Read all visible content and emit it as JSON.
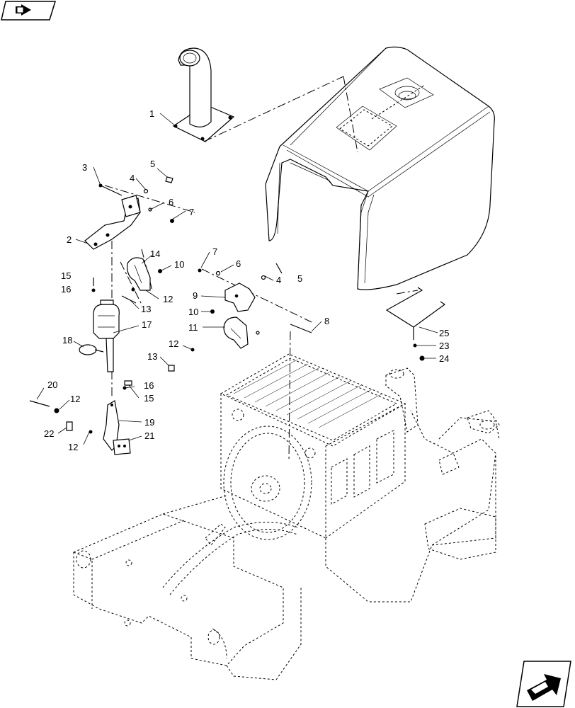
{
  "icons": {
    "top_left": "view-toggle-icon",
    "bottom_right": "next-page-arrow-icon"
  },
  "callouts": {
    "c1": "1",
    "c2": "2",
    "c3": "3",
    "c4a": "4",
    "c4b": "4",
    "c5a": "5",
    "c5b": "5",
    "c6a": "6",
    "c6b": "6",
    "c7a": "7",
    "c7b": "7",
    "c8": "8",
    "c9": "9",
    "c10a": "10",
    "c10b": "10",
    "c11": "11",
    "c12a": "12",
    "c12b": "12",
    "c12c": "12",
    "c12d": "12",
    "c13a": "13",
    "c13b": "13",
    "c14": "14",
    "c15a": "15",
    "c15b": "15",
    "c16a": "16",
    "c16b": "16",
    "c17": "17",
    "c18": "18",
    "c19": "19",
    "c20": "20",
    "c21": "21",
    "c22": "22",
    "c23": "23",
    "c24": "24",
    "c25": "25"
  }
}
